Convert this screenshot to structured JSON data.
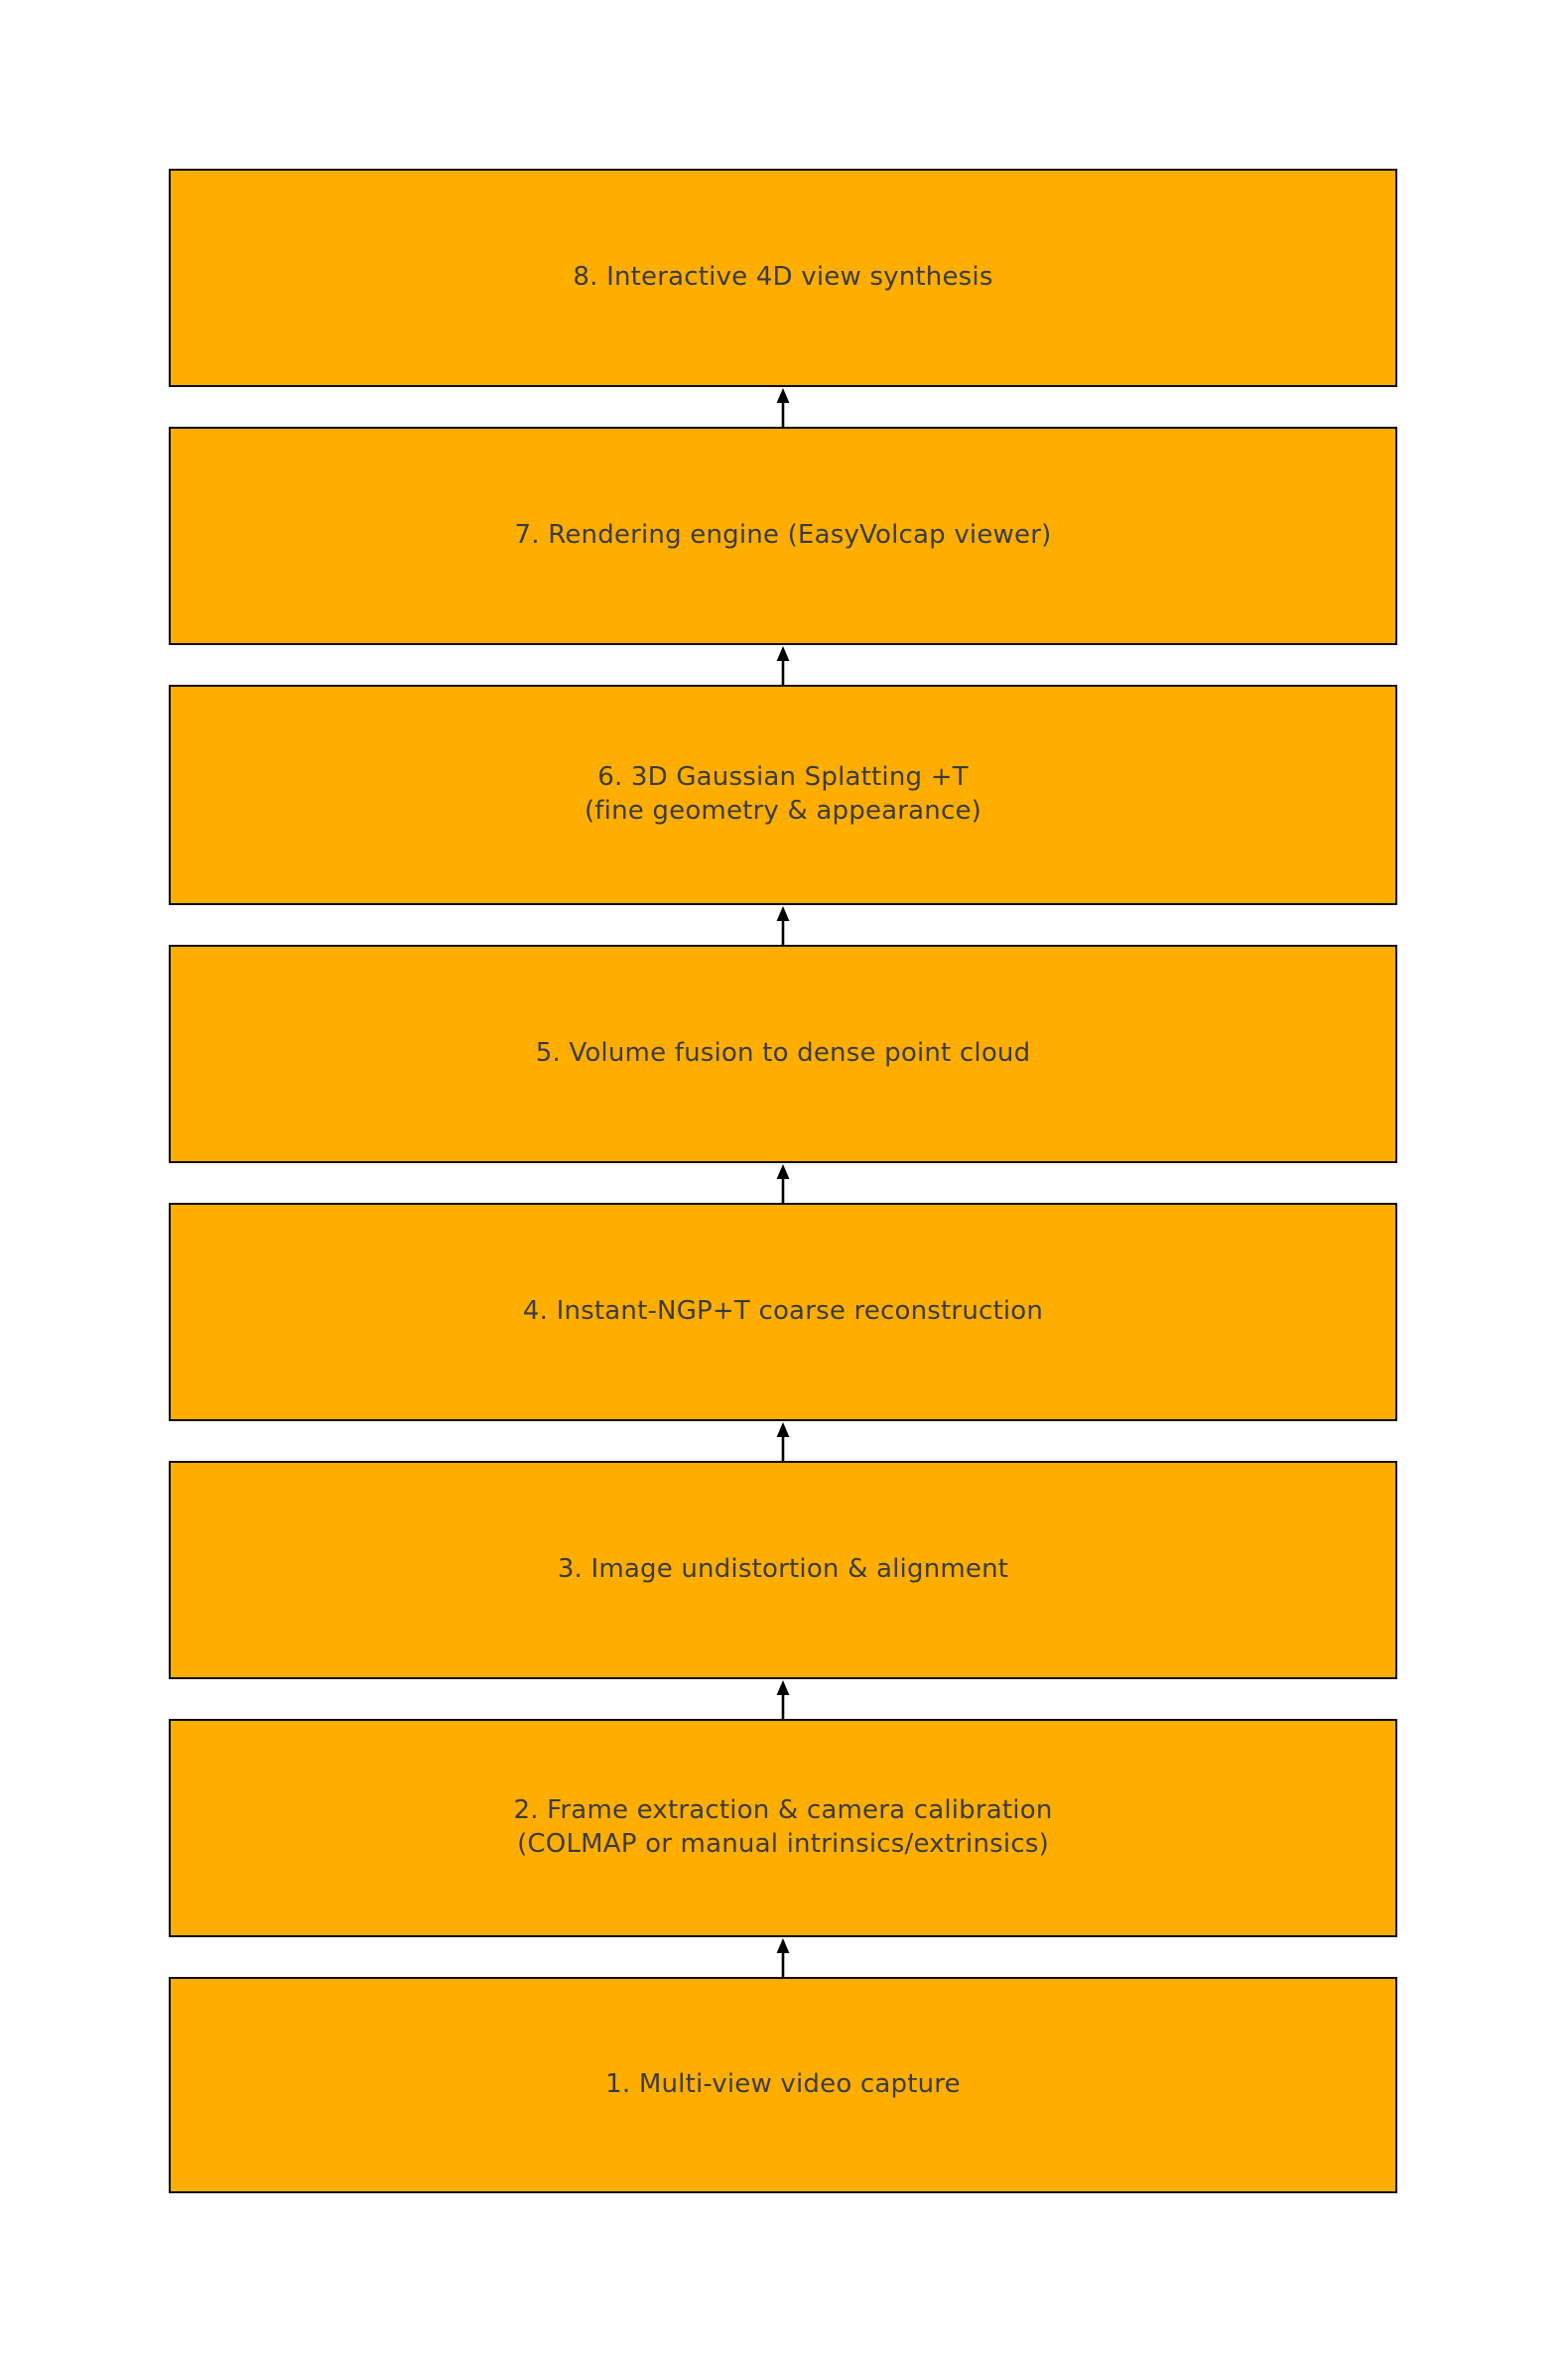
{
  "diagram": {
    "type": "vertical-flowchart",
    "orientation": "bottom-to-top",
    "background_color": "#ffffff",
    "node_fill_color": "#ffae00",
    "node_border_color": "#0d0d0d",
    "node_text_color": "#3b3b3b",
    "arrow_color": "#000000",
    "arrow_direction": "up",
    "nodes": [
      {
        "id": "step-8",
        "order": 8,
        "label": "8. Interactive 4D view synthesis"
      },
      {
        "id": "step-7",
        "order": 7,
        "label": "7. Rendering engine (EasyVolcap viewer)"
      },
      {
        "id": "step-6",
        "order": 6,
        "label": "6. 3D Gaussian Splatting +T\n(fine geometry & appearance)"
      },
      {
        "id": "step-5",
        "order": 5,
        "label": "5. Volume fusion to dense point cloud"
      },
      {
        "id": "step-4",
        "order": 4,
        "label": "4. Instant-NGP+T coarse reconstruction"
      },
      {
        "id": "step-3",
        "order": 3,
        "label": "3. Image undistortion & alignment"
      },
      {
        "id": "step-2",
        "order": 2,
        "label": "2. Frame extraction & camera calibration\n(COLMAP or manual intrinsics/extrinsics)"
      },
      {
        "id": "step-1",
        "order": 1,
        "label": "1. Multi-view video capture"
      }
    ],
    "edges": [
      {
        "from": "step-7",
        "to": "step-8"
      },
      {
        "from": "step-6",
        "to": "step-7"
      },
      {
        "from": "step-5",
        "to": "step-6"
      },
      {
        "from": "step-4",
        "to": "step-5"
      },
      {
        "from": "step-3",
        "to": "step-4"
      },
      {
        "from": "step-2",
        "to": "step-3"
      },
      {
        "from": "step-1",
        "to": "step-2"
      }
    ]
  }
}
